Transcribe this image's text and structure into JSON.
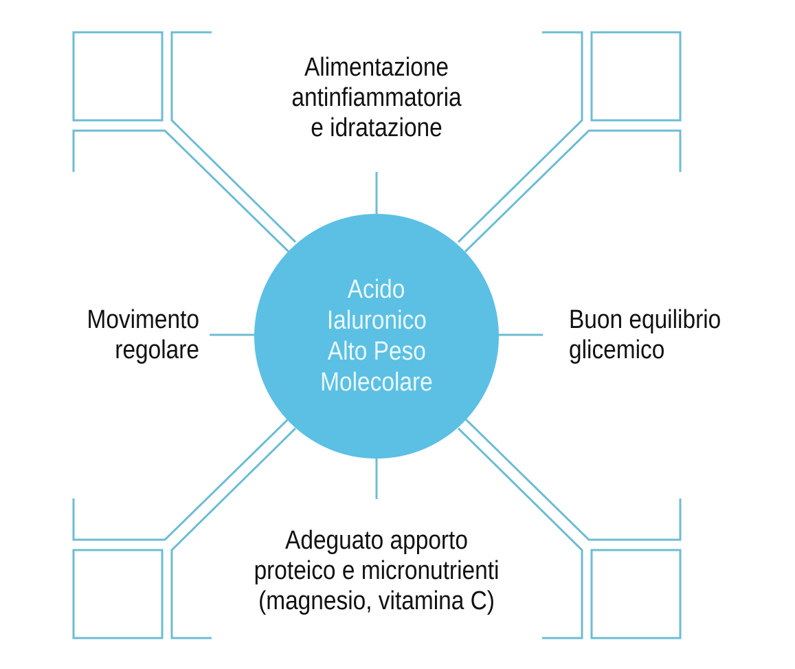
{
  "center": {
    "lines": [
      "Acido",
      "Ialuronico",
      "Alto Peso",
      "Molecolare"
    ]
  },
  "nodes": {
    "top": {
      "lines": [
        "Alimentazione",
        "antinfiammatoria",
        "e idratazione"
      ]
    },
    "left": {
      "lines": [
        "Movimento",
        "regolare"
      ]
    },
    "right": {
      "lines": [
        "Buon equilibrio",
        "glicemico"
      ]
    },
    "bottom": {
      "lines": [
        "Adeguato apporto",
        "proteico e micronutrienti",
        "(magnesio, vitamina C)"
      ]
    }
  },
  "colors": {
    "circle": "#5bc0e3",
    "lines": "#6dbcd3"
  }
}
